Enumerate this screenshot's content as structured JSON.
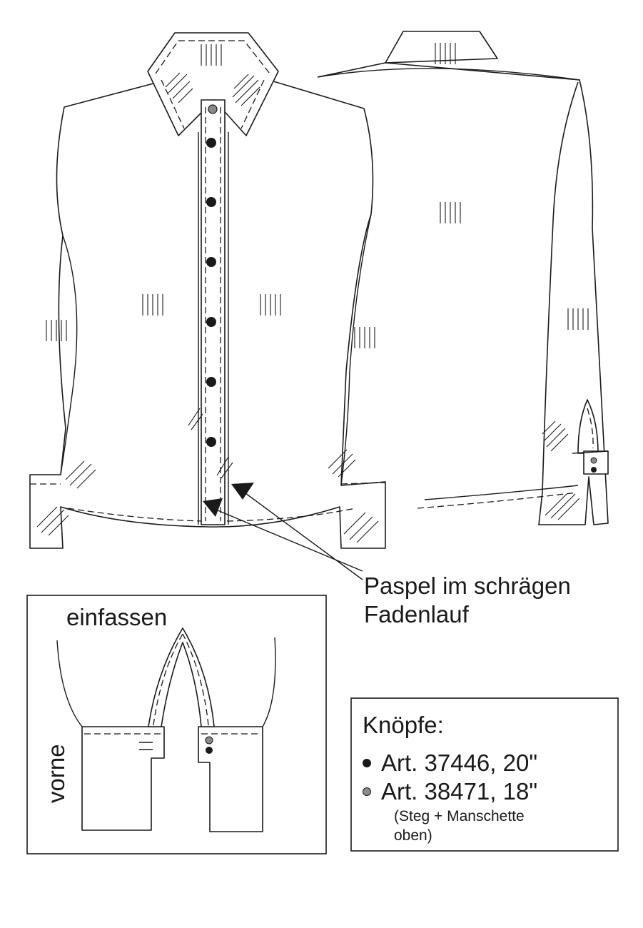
{
  "annotations": {
    "piping_label_line1": "Paspel im schrägen",
    "piping_label_line2": "Fadenlauf",
    "binding_label": "einfassen",
    "front_label": "vorne"
  },
  "buttons_legend": {
    "title": "Knöpfe:",
    "items": [
      {
        "label": "Art. 37446, 20\"",
        "color": "#1a1a1a"
      },
      {
        "label": "Art. 38471, 18\"",
        "color": "#8a8a8a"
      }
    ],
    "note_line1": "(Steg + Manschette",
    "note_line2": "oben)"
  },
  "colors": {
    "line": "#1a1a1a",
    "button_dark": "#1a1a1a",
    "button_grey": "#8a8a8a"
  }
}
